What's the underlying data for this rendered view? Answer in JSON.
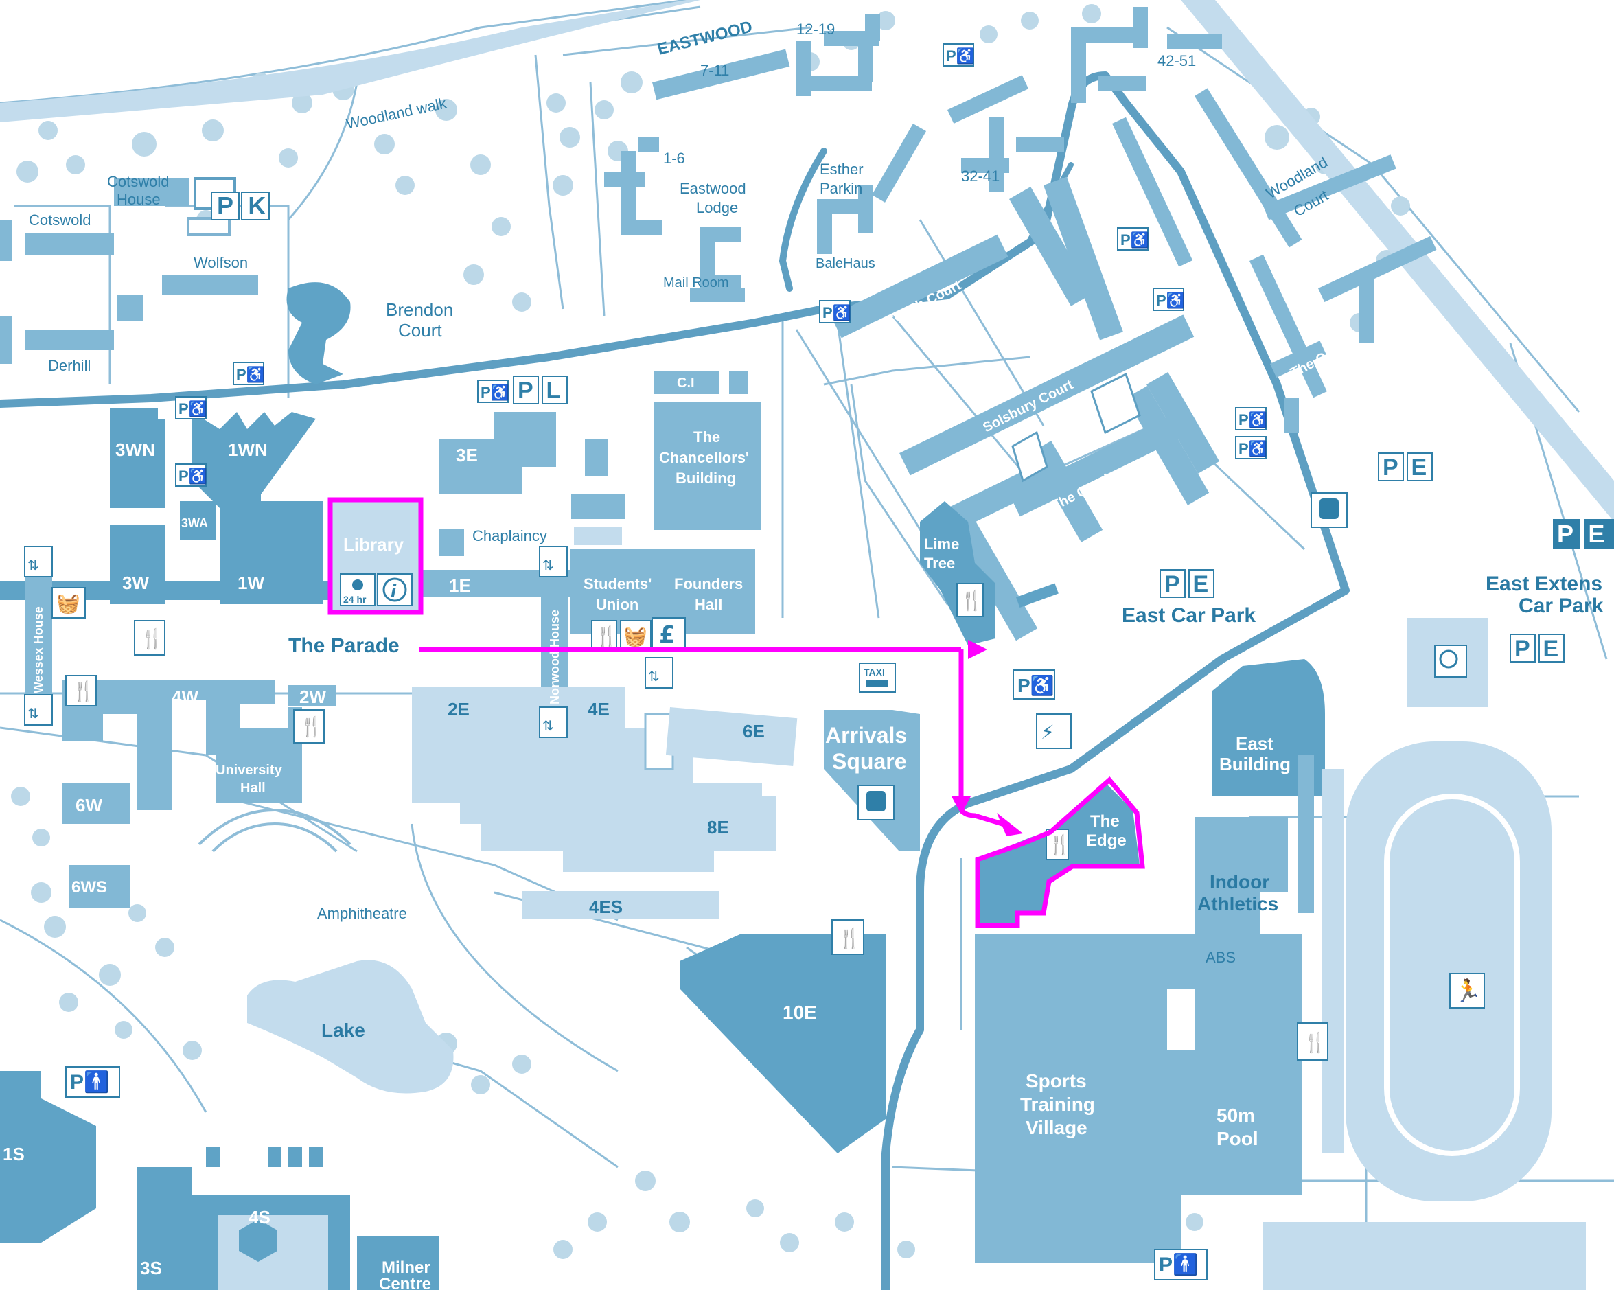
{
  "colors": {
    "background": "#ffffff",
    "building_dark": "#5fa3c6",
    "building_mid": "#82b8d5",
    "building_light": "#c3dced",
    "road": "#5e9fc2",
    "path": "#7fb3d1",
    "tree": "#bcd8e8",
    "highlight": "#ff00ff"
  },
  "labels": {
    "eastwood": "EASTWOOD",
    "woodland_walk": "Woodland walk",
    "r12_19": "12-19",
    "r7_11": "7-11",
    "r42_51": "42-51",
    "r1_6": "1-6",
    "eastwood_lodge_1": "Eastwood",
    "eastwood_lodge_2": "Lodge",
    "esther_parkin_1": "Esther",
    "esther_parkin_2": "Parkin",
    "r32_41": "32-41",
    "balehaus": "BaleHaus",
    "mail_room": "Mail Room",
    "woodland_court_1": "Woodland",
    "woodland_court_2": "Court",
    "cotswold_house_1": "Cotswold",
    "cotswold_house_2": "House",
    "cotswold": "Cotswold",
    "wolfson": "Wolfson",
    "brendon_court_1": "Brendon",
    "brendon_court_2": "Court",
    "derhill": "Derhill",
    "marlborough_court": "Marlborough Court",
    "solsbury_court": "Solsbury Court",
    "the_quads_1": "The Quads",
    "the_quads_2": "The Quads",
    "ci": "C.I",
    "chancellors_1": "The",
    "chancellors_2": "Chancellors'",
    "chancellors_3": "Building",
    "b3wn": "3WN",
    "b1wn": "1WN",
    "b3e": "3E",
    "b3wa": "3WA",
    "b3w": "3W",
    "b1w": "1W",
    "library": "Library",
    "hours_24": "24 hr",
    "b1e": "1E",
    "chaplaincy": "Chaplaincy",
    "students_union_1": "Students'",
    "students_union_2": "Union",
    "founders_hall_1": "Founders",
    "founders_hall_2": "Hall",
    "lime_tree_1": "Lime",
    "lime_tree_2": "Tree",
    "east_car_park": "East Car Park",
    "east_ext_1": "East Extens",
    "east_ext_2": "Car Park",
    "wessex_house": "Wessex House",
    "norwood_house": "Norwood House",
    "the_parade": "The Parade",
    "b4w": "4W",
    "b2w": "2W",
    "b2e": "2E",
    "b4e": "4E",
    "b6e": "6E",
    "arrivals_1": "Arrivals",
    "arrivals_2": "Square",
    "taxi": "TAXI",
    "east_building_1": "East",
    "east_building_2": "Building",
    "university_hall_1": "University",
    "university_hall_2": "Hall",
    "b6w": "6W",
    "b8e": "8E",
    "the_edge_1": "The",
    "the_edge_2": "Edge",
    "b6ws": "6WS",
    "amphitheatre": "Amphitheatre",
    "b4es": "4ES",
    "indoor_athletics_1": "Indoor",
    "indoor_athletics_2": "Athletics",
    "abs": "ABS",
    "b10e": "10E",
    "lake": "Lake",
    "stv_1": "Sports",
    "stv_2": "Training",
    "stv_3": "Village",
    "pool_1": "50m",
    "pool_2": "Pool",
    "b1s": "1S",
    "b4s": "4S",
    "b3s": "3S",
    "milner_1": "Milner",
    "milner_2": "Centre",
    "parking_pk": "P K",
    "parking_pl": "P L",
    "parking_pe": "P E"
  },
  "icons": [
    "parking-accessible-icon",
    "lift-icon",
    "shop-basket-icon",
    "restaurant-icon",
    "atm-pound-icon",
    "information-icon",
    "security-24hr-icon",
    "bus-icon",
    "taxi-icon",
    "ev-charging-icon",
    "running-icon",
    "tennis-icon",
    "parking-toilet-icon"
  ],
  "route": {
    "from": "The Parade",
    "to": "The Edge",
    "highlighted": [
      "Library",
      "The Edge"
    ]
  }
}
